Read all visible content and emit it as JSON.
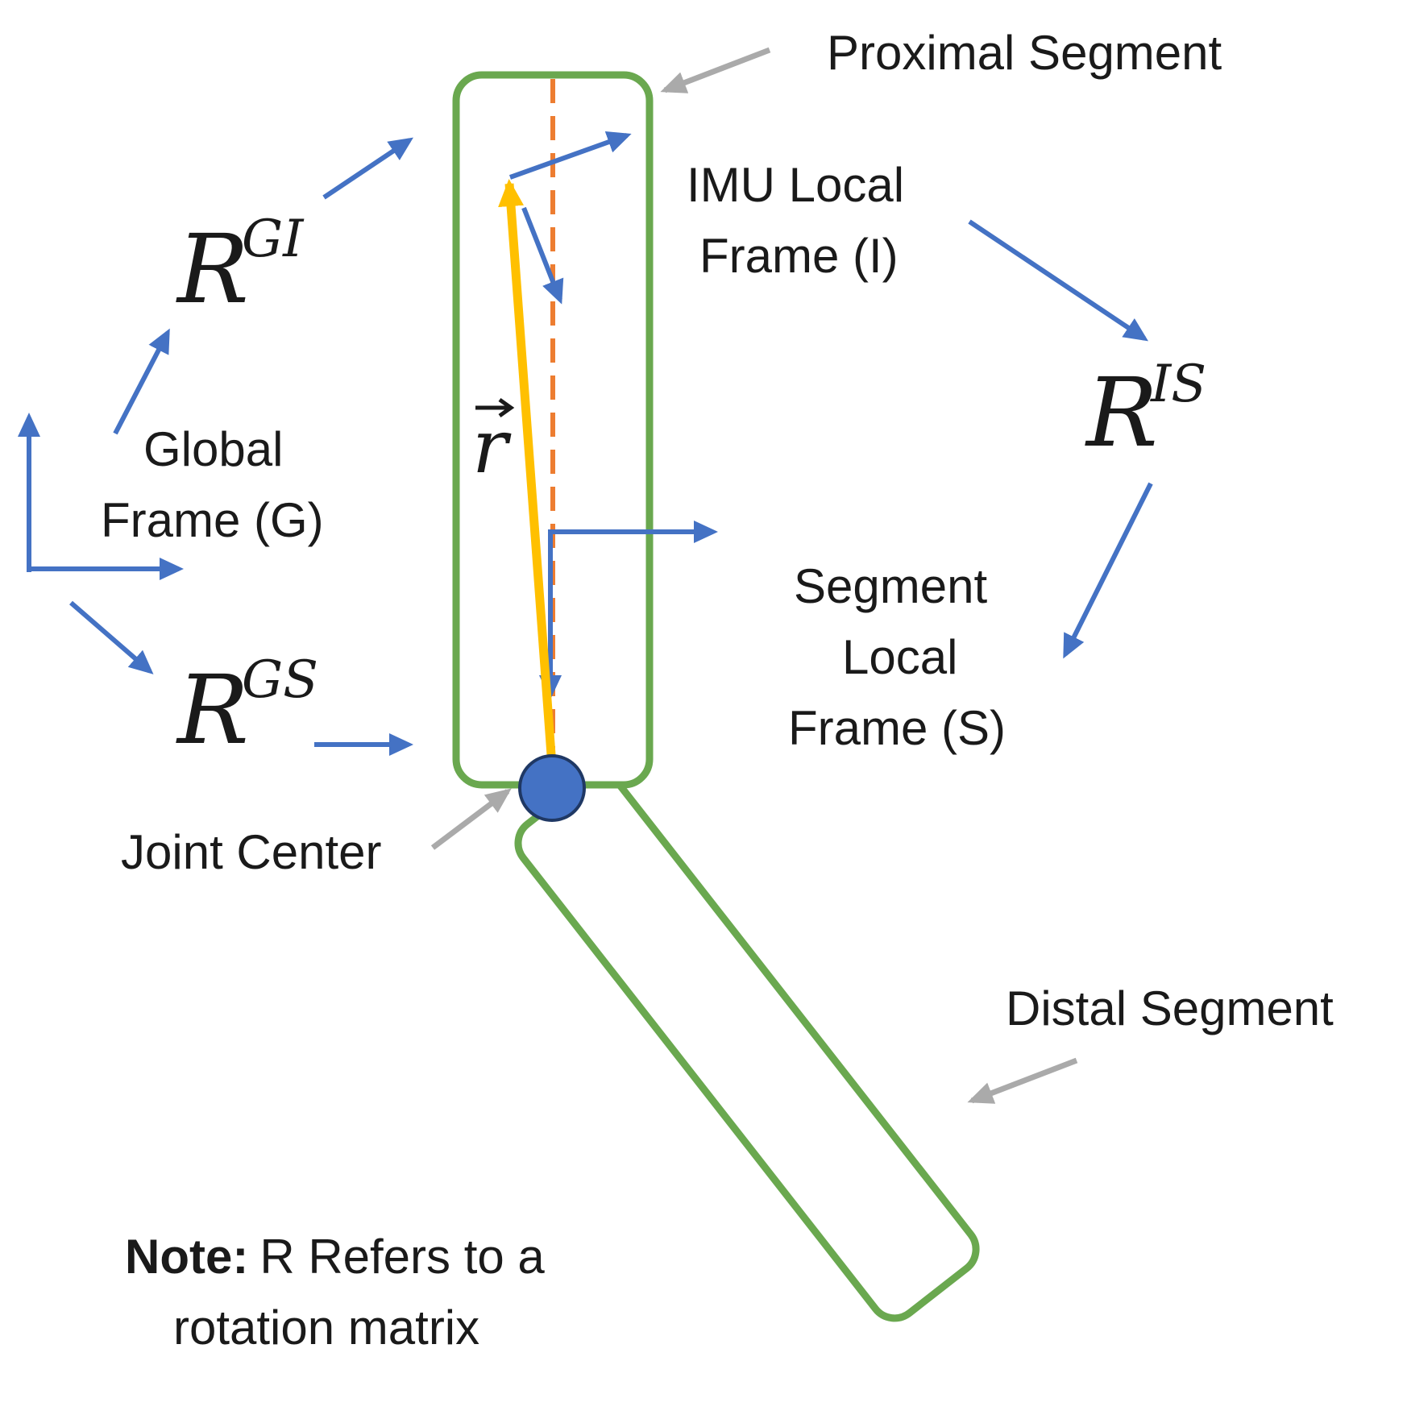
{
  "labels": {
    "proximal_segment": "Proximal Segment",
    "distal_segment": "Distal Segment",
    "joint_center": "Joint Center",
    "imu_frame_line1": "IMU Local",
    "imu_frame_line2": "Frame (I)",
    "global_frame_line1": "Global",
    "global_frame_line2": "Frame (G)",
    "segment_frame_line1": "Segment",
    "segment_frame_line2": "Local",
    "segment_frame_line3": "Frame (S)"
  },
  "math": {
    "r_gi_base": "R",
    "r_gi_sup": "GI",
    "r_gs_base": "R",
    "r_gs_sup": "GS",
    "r_is_base": "R",
    "r_is_sup": "IS",
    "vector_r": "r"
  },
  "note": {
    "bold": "Note:",
    "line1": "R Refers to a",
    "line2": "rotation matrix"
  },
  "colors": {
    "segment_outline": "#6aa84f",
    "frame_arrow": "#4472c4",
    "pointer_arrow": "#aaaaaa",
    "vector_r": "#ffc000",
    "center_line": "#ed7d31",
    "joint": "#4472c4"
  }
}
